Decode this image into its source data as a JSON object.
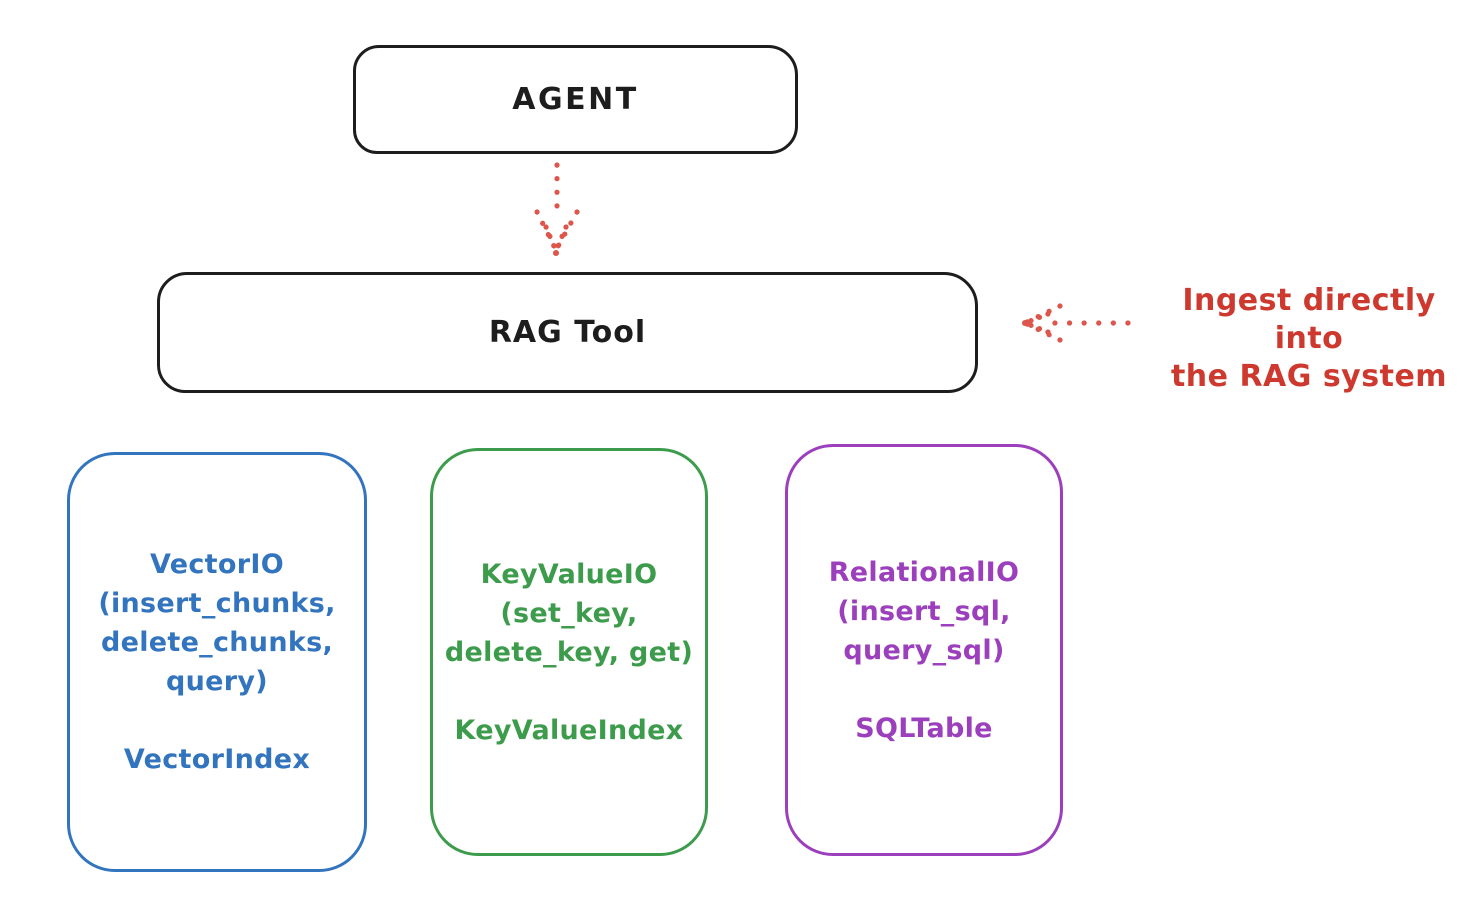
{
  "colors": {
    "ink": "#1d1d1d",
    "blue": "#3374bf",
    "green": "#3d9b4c",
    "purple": "#9c3fbd",
    "red_text": "#cd392e",
    "red_arrow": "#dd564c"
  },
  "agent": {
    "label": "AGENT"
  },
  "rag_tool": {
    "label": "RAG Tool"
  },
  "stores": {
    "vector": {
      "lines": [
        "VectorIO",
        "(insert_chunks,",
        "delete_chunks,",
        "query)"
      ],
      "index_label": "VectorIndex"
    },
    "keyvalue": {
      "lines": [
        "KeyValueIO",
        "(set_key,",
        "delete_key, get)"
      ],
      "index_label": "KeyValueIndex"
    },
    "relational": {
      "lines": [
        "RelationalIO",
        "(insert_sql,",
        "query_sql)"
      ],
      "index_label": "SQLTable"
    }
  },
  "annotation": {
    "line1": "Ingest directly into",
    "line2": "the RAG system"
  },
  "arrows": [
    {
      "name": "agent-to-rag-tool",
      "style": "dotted",
      "direction": "down"
    },
    {
      "name": "ingest-annotation-to-rag-tool",
      "style": "dotted",
      "direction": "left"
    }
  ]
}
